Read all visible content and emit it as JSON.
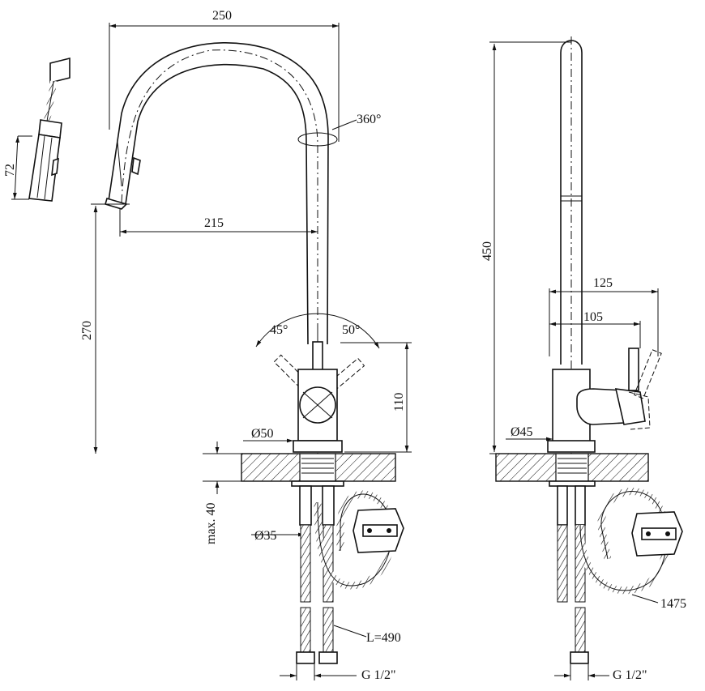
{
  "drawing": {
    "front_view": {
      "dims": {
        "width_top": "250",
        "reach": "215",
        "height_spout": "270",
        "swivel": "360°",
        "lever_left": "45°",
        "lever_right": "50°",
        "body_height": "110",
        "base_dia": "Ø50",
        "max_thickness": "max. 40",
        "thread_dia": "Ø35",
        "hose_length": "L=490",
        "connection": "G 1/2\""
      }
    },
    "side_view": {
      "dims": {
        "height": "450",
        "depth": "125",
        "depth_body": "105",
        "base_dia": "Ø45",
        "pullout_hose": "1475",
        "connection": "G 1/2\""
      }
    },
    "handshower": {
      "dims": {
        "length": "72"
      }
    }
  }
}
